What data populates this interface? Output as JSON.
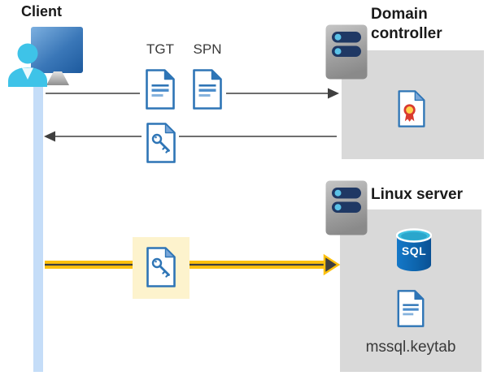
{
  "labels": {
    "client": "Client",
    "tgt": "TGT",
    "spn": "SPN",
    "domain_controller": "Domain controller",
    "linux_server": "Linux server",
    "sql": "SQL",
    "keytab": "mssql.keytab"
  },
  "icons": {
    "client": "user-at-computer-icon",
    "ticket_documents": "document-icon",
    "service_key": "key-file-icon",
    "domain_controller_host": "server-icon",
    "certificate": "certificate-icon",
    "linux_host": "server-icon",
    "database": "sql-database-icon",
    "keytab_file": "document-icon"
  },
  "arrows": {
    "request_to_dc": "right",
    "response_from_dc": "left",
    "keytab_to_linux": "right-highlighted"
  },
  "colors": {
    "doc-blue": "#2e75b6",
    "doc-fold-light": "#7aa7d9",
    "doc-line-mid": "#4a8ccb",
    "doc-line-light": "#85b2dd",
    "panel-gray": "#d9d9d9",
    "timeline-blue": "#c5ddf8",
    "arrow-gray": "#595959",
    "arrowhead-dark": "#3f3f3f",
    "accent-yellow": "#fec10e",
    "highlight-yellow": "#fdf3cd",
    "server-navy": "#1f3864",
    "server-dot-blue": "#5bc2e7",
    "person-cyan": "#3ec3e8",
    "sql-top-cyan": "#3fc0e0",
    "cert-seal-yellow": "#ffd34d",
    "cert-seal-red": "#d93a2e",
    "monitor-blue-light": "#7db0e0",
    "monitor-blue-dark": "#1d5a9e",
    "text-dark": "#1a1a1a",
    "text-gray": "#3a3a3a"
  }
}
